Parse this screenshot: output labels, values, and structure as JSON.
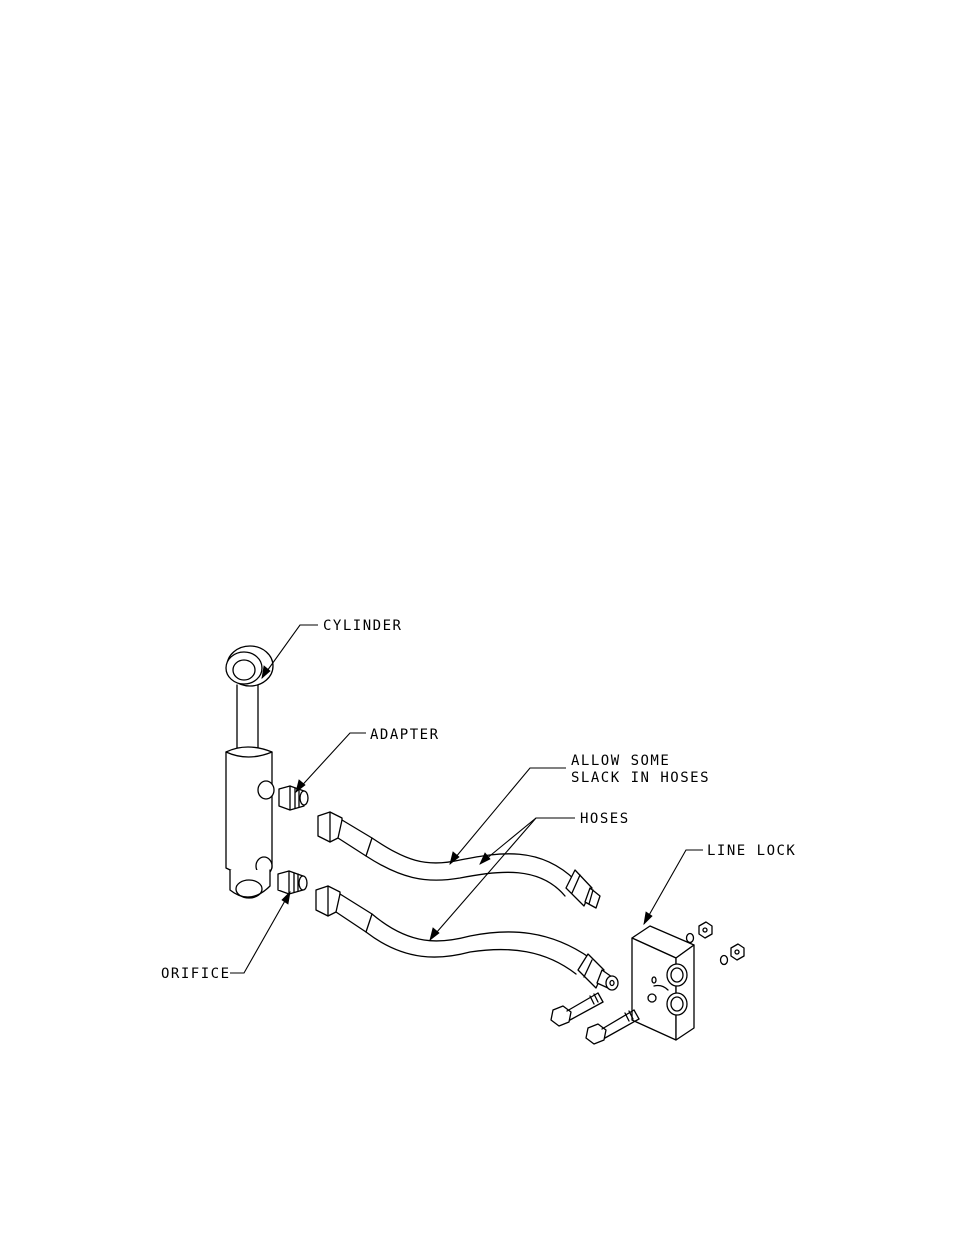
{
  "labels": {
    "cylinder": "CYLINDER",
    "adapter": "ADAPTER",
    "allow_line1": "ALLOW SOME",
    "allow_line2": "SLACK IN HOSES",
    "hoses": "HOSES",
    "line_lock": "LINE LOCK",
    "orifice": "ORIFICE"
  },
  "colors": {
    "ink": "#000000",
    "paper": "#ffffff"
  }
}
